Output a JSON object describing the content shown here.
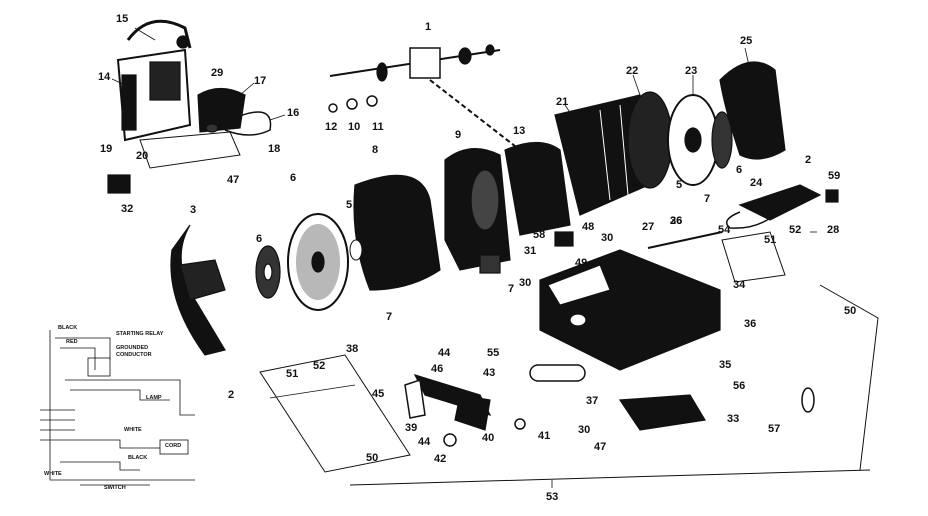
{
  "callouts": {
    "c1": "1",
    "c2a": "2",
    "c2b": "2",
    "c3": "3",
    "c5a": "5",
    "c5b": "5",
    "c6a": "6",
    "c6b": "6",
    "c6c": "6",
    "c7a": "7",
    "c7b": "7",
    "c7c": "7",
    "c8": "8",
    "c9": "9",
    "c10": "10",
    "c11": "11",
    "c12": "12",
    "c13": "13",
    "c14": "14",
    "c15": "15",
    "c16": "16",
    "c17": "17",
    "c18": "18",
    "c19": "19",
    "c20": "20",
    "c21": "21",
    "c22": "22",
    "c23": "23",
    "c24": "24",
    "c25": "25",
    "c26": "26",
    "c27": "27",
    "c28": "28",
    "c29": "29",
    "c30a": "30",
    "c30b": "30",
    "c30c": "30",
    "c31": "31",
    "c32": "32",
    "c33": "33",
    "c34": "34",
    "c35": "35",
    "c36a": "36",
    "c36b": "36",
    "c37": "37",
    "c38": "38",
    "c39": "39",
    "c40": "40",
    "c41": "41",
    "c42": "42",
    "c43": "43",
    "c44a": "44",
    "c44b": "44",
    "c45": "45",
    "c46": "46",
    "c47a": "47",
    "c47b": "47",
    "c48": "48",
    "c49": "49",
    "c50a": "50",
    "c50b": "50",
    "c51a": "51",
    "c51b": "51",
    "c52a": "52",
    "c52b": "52",
    "c53": "53",
    "c54": "54",
    "c55": "55",
    "c56": "56",
    "c57": "57",
    "c58": "58",
    "c59": "59"
  },
  "wiring": {
    "black_top": "BLACK",
    "red": "RED",
    "starting_relay": "STARTING RELAY",
    "grounded_conductor_1": "GROUNDED",
    "grounded_conductor_2": "CONDUCTOR",
    "lamp": "LAMP",
    "white": "WHITE",
    "cord": "CORD",
    "black_bottom": "BLACK",
    "white_bottom": "WHITE",
    "switch": "SWITCH"
  },
  "colors": {
    "ink": "#111111",
    "paper": "#ffffff"
  }
}
